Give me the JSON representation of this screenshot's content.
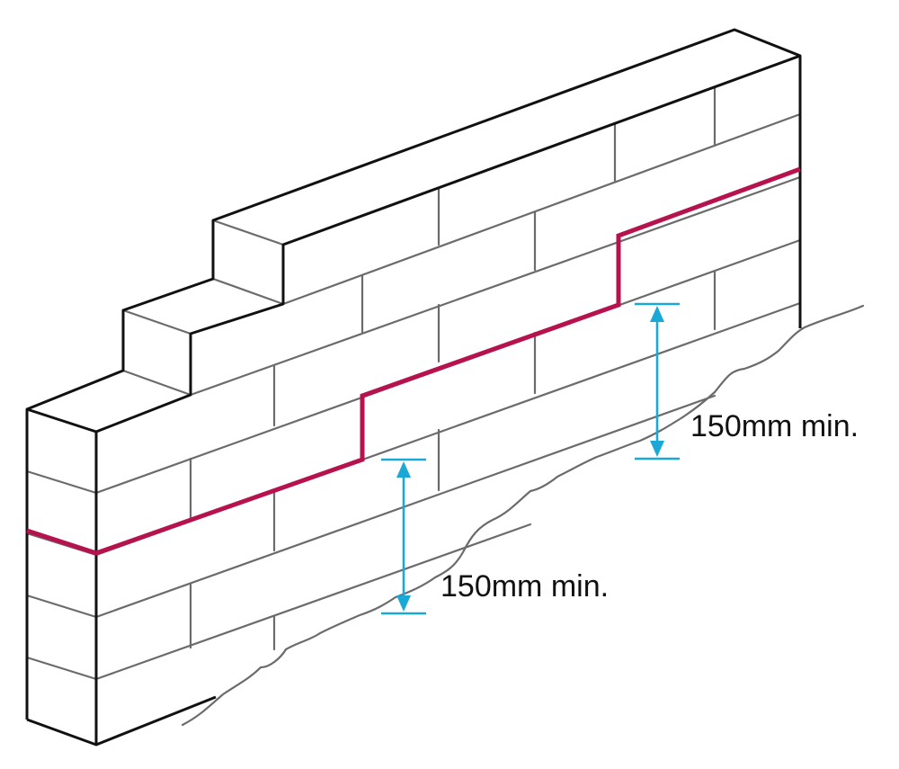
{
  "dimensions": [
    {
      "id": "upper",
      "text": "150mm min."
    },
    {
      "id": "lower",
      "text": "150mm min."
    }
  ],
  "colors": {
    "outline": "#111111",
    "joints": "#6b6b6b",
    "damp_proof_course": "#b5124e",
    "dimension": "#1aa9d6",
    "ground": "#6b6b6b"
  }
}
